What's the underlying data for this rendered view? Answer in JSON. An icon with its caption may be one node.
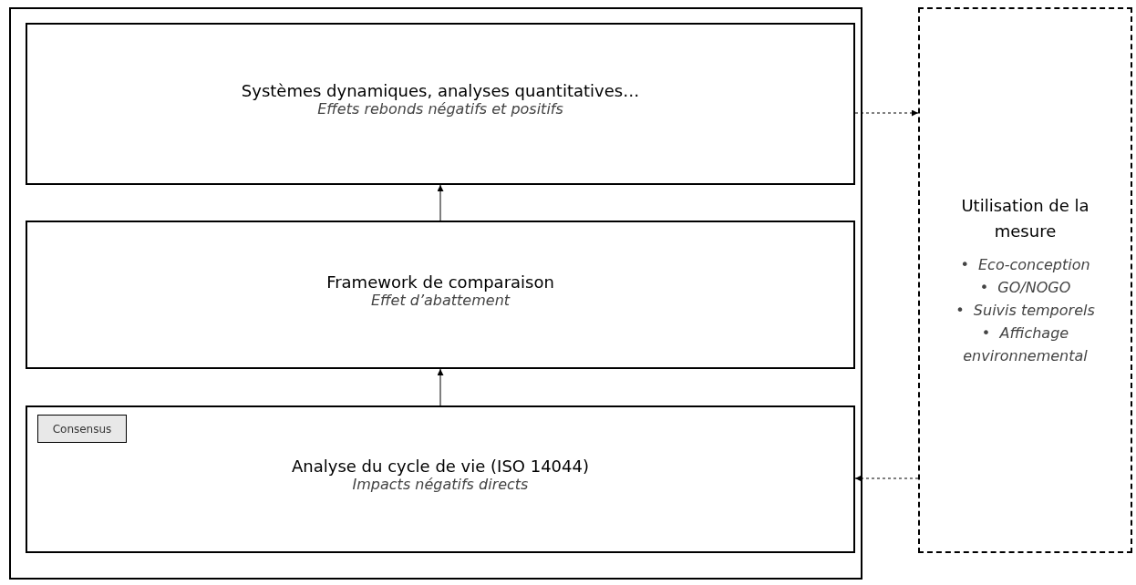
{
  "diagram": {
    "nodes": [
      {
        "text": [],
        "shape": "box"
      },
      {
        "text": [
          "Systèmes dynamiques, analyses quantitatives…",
          "Effets rebonds négatifs et positifs"
        ],
        "in": 0
      },
      {
        "text": [
          "Framework de comparaison",
          "Effet d’abattement"
        ],
        "in": 0
      },
      {
        "text": [
          "Analyse du cycle de vie (ISO 14044)",
          "Impacts négatifs directs"
        ],
        "in": 0
      },
      {
        "text": [
          "Consensus"
        ],
        "in": 3
      },
      {
        "text": [
          "Utilisation de la mesure",
          "•  Eco-conception",
          "•  GO/NOGO",
          "•  Suivis temporels",
          "•  Affichage environnemental"
        ]
      }
    ],
    "edges": [
      {
        "from": 2,
        "to": 1,
        "arrow": "to"
      },
      {
        "from": 3,
        "to": 2,
        "arrow": "to"
      },
      {
        "from": 1,
        "to": 5,
        "arrow": "to",
        "style": "dashed"
      },
      {
        "from": 5,
        "to": 3,
        "arrow": "to",
        "style": "dashed"
      }
    ]
  }
}
